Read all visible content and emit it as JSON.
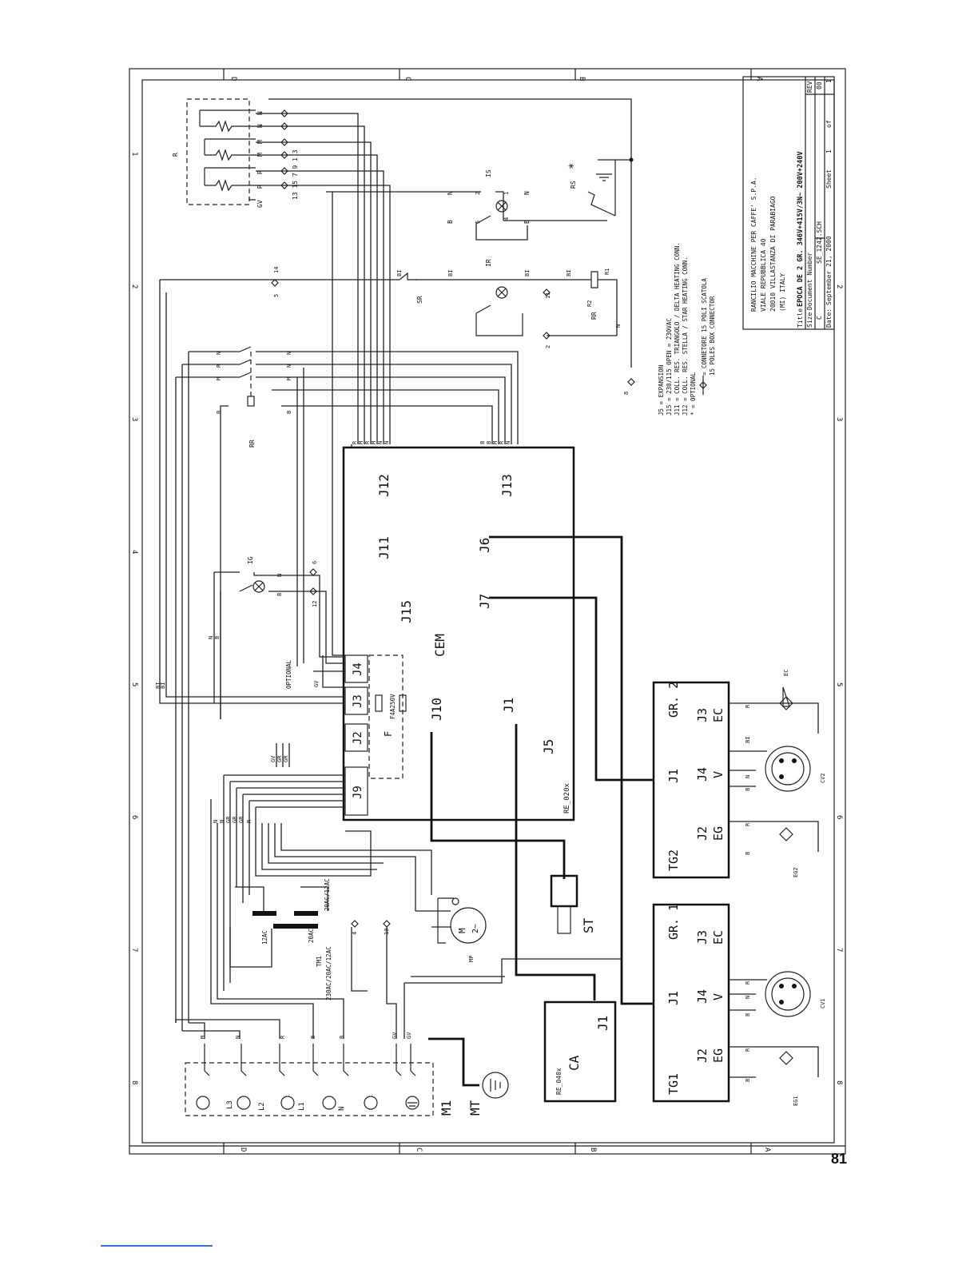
{
  "page_number": "81",
  "title_block": {
    "company": "RANCILIO MACCHINE PER CAFFE' S.P.A.",
    "address1": "VIALE REPUBBLICA 40",
    "address2": "20010 VILLASTANZA DI PARABIAGO",
    "address3": "(MI) ITALY",
    "title_label": "Title",
    "title": "EPOCA DE 2 GR. 346V+415V/3N~ 200V+240V",
    "size_label": "Size",
    "size": "C",
    "docnum_label": "Document Number",
    "docnum": "SE_1242.SCH",
    "rev_label": "REV",
    "rev": "00",
    "date_label": "Date:",
    "date": "September 21, 2000",
    "sheet_label": "Sheet",
    "sheet": "1",
    "of_label": "of",
    "of": "1"
  },
  "legend": {
    "line1": "J5 = EXPANSION",
    "line2": "J15 = 230/115 OPEN = 230VAC",
    "line3": "J11 = COLL. RES. TRIANGOLO / DELTA HEATING CONN.",
    "line4": "J12 = COLL. RES. STELLA / STAR HEATING CONN.",
    "line5": "* = OPTIONAL",
    "line6": "= CONNETORE 15 POLI SCATOLA",
    "line7": "15 POLES BOX CONNECTOR"
  },
  "components": {
    "cem": "CEM",
    "board_code": "RE_020x",
    "j15": "J15",
    "j12": "J12",
    "j11": "J11",
    "j13": "J13",
    "j6": "J6",
    "j7": "J7",
    "j10": "J10",
    "j1": "J1",
    "j5": "J5",
    "j4": "J4",
    "j3": "J3",
    "j2": "J2",
    "j9": "J9",
    "fuse": "F4A250V",
    "fuse_f": "F",
    "optional": "OPTIONAL",
    "tg2": "TG2",
    "gr2": "GR. 2",
    "tg1": "TG1",
    "gr1": "GR. 1",
    "j3ec": "J3",
    "ec": "EC",
    "j4v": "J4",
    "v": "V",
    "j2eg": "J2",
    "eg": "EG",
    "j1tg": "J1",
    "ca": "CA",
    "ca_code": "RE_040x",
    "ca_j1": "J1",
    "st": "ST",
    "mt": "MT",
    "m1": "M1",
    "mp": "MP",
    "motor": "M",
    "motor_sub": "2~",
    "tm1": "TM1",
    "tm1_spec": "230AC/20AC/12AC",
    "tm_12ac": "12AC",
    "tm_20ac": "20AC",
    "tm_20ac12": "20AC/12AC",
    "r": "R",
    "rr": "RR",
    "sr": "SR",
    "ir": "IR",
    "is": "IS",
    "ig": "IG",
    "rs": "RS",
    "rs_star": "*",
    "ec_valve": "EC",
    "eg1": "EG1",
    "eg2": "EG2",
    "cv1": "CV1",
    "cv2": "CV2",
    "r1": "R1",
    "r2": "R2",
    "l1": "L1",
    "l2": "L2",
    "l3": "L3",
    "n": "N"
  },
  "border": {
    "top_marks": [
      "D",
      "C",
      "B",
      "A"
    ],
    "side_marks": [
      "1",
      "2",
      "3",
      "4",
      "5",
      "6",
      "7",
      "8"
    ]
  }
}
